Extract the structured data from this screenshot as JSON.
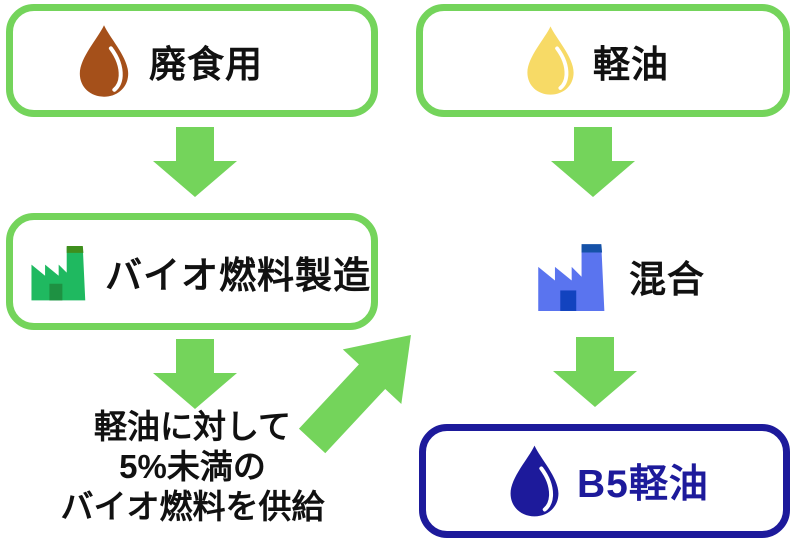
{
  "diagram": {
    "title_hint": "B5 diesel biofuel blending process flow",
    "nodes": {
      "waste_oil": {
        "label": "廃食用",
        "icon": "oil-drop-icon",
        "icon_color": "#A5501A"
      },
      "diesel": {
        "label": "軽油",
        "icon": "oil-drop-icon",
        "icon_color": "#F7DA66"
      },
      "biofuel_plant": {
        "label": "バイオ燃料製造",
        "icon": "factory-icon",
        "icon_color": "#1FB960"
      },
      "mixing": {
        "label": "混合",
        "icon": "factory-icon",
        "icon_color": "#5A74EF"
      },
      "b5_diesel": {
        "label": "B5軽油",
        "icon": "oil-drop-icon",
        "icon_color": "#1D1A9B"
      },
      "supply_note": {
        "lines": [
          "軽油に対して",
          "5%未満の",
          "バイオ燃料を供給"
        ]
      }
    },
    "edges": [
      "waste_oil -> biofuel_plant",
      "diesel -> mixing",
      "biofuel_plant -> supply_note",
      "supply_note -> mixing",
      "mixing -> b5_diesel"
    ],
    "colors": {
      "flow_green": "#74D45B",
      "outline_navy": "#1D1A9B",
      "factory_green": "#1FB960",
      "factory_green_dark": "#3E8F1D",
      "factory_green_door": "#1E9142",
      "factory_blue": "#5A74EF",
      "factory_blue_dark": "#1552A8",
      "factory_blue_door": "#1243BF",
      "drop_brown": "#A5501A",
      "drop_yellow": "#F7DA66",
      "drop_navy": "#1D1A9B",
      "text_black": "#111111"
    }
  }
}
